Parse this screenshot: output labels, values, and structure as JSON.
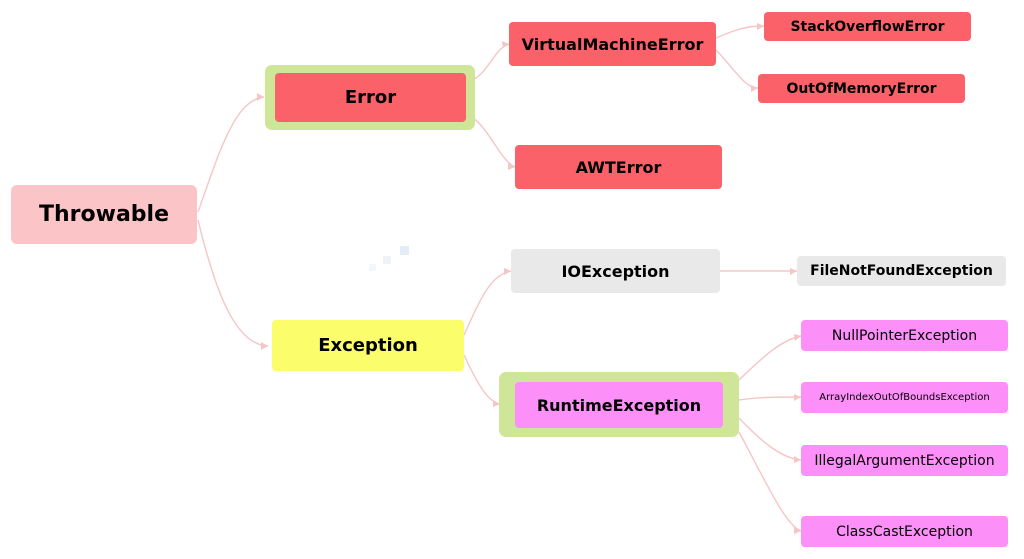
{
  "colors": {
    "root": "#fbc5c7",
    "error": "#fa6169",
    "exception": "#fbfd6b",
    "io": "#e9e9e9",
    "runtime": "#fc8ff8",
    "halo": "#cfe698",
    "edge": "#f6c5c5"
  },
  "nodes": {
    "throwable": "Throwable",
    "error": "Error",
    "exception": "Exception",
    "virtual_machine_error": "VirtualMachineError",
    "awt_error": "AWTError",
    "stack_overflow_error": "StackOverflowError",
    "out_of_memory_error": "OutOfMemoryError",
    "io_exception": "IOException",
    "runtime_exception": "RuntimeException",
    "file_not_found_exception": "FileNotFoundException",
    "null_pointer_exception": "NullPointerException",
    "array_index_out_of_bounds_exception": "ArrayIndexOutOfBoundsException",
    "illegal_argument_exception": "IllegalArgumentException",
    "class_cast_exception": "ClassCastException"
  }
}
